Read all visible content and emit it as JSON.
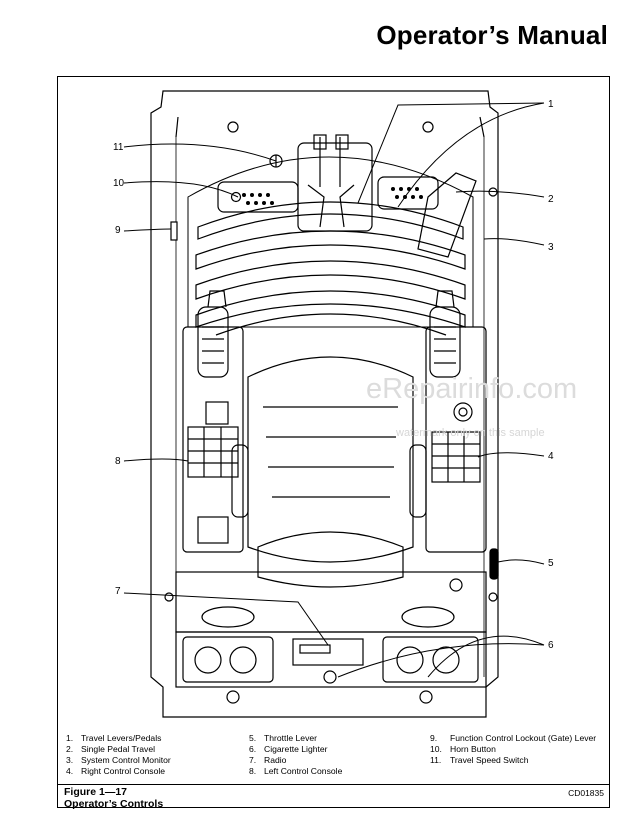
{
  "header": {
    "title": "Operator’s Manual"
  },
  "callouts": [
    "1",
    "2",
    "3",
    "4",
    "5",
    "6",
    "7",
    "8",
    "9",
    "10",
    "11"
  ],
  "legend": [
    [
      {
        "n": "1.",
        "t": "Travel Levers/Pedals"
      },
      {
        "n": "2.",
        "t": "Single Pedal Travel"
      },
      {
        "n": "3.",
        "t": "System Control Monitor"
      },
      {
        "n": "4.",
        "t": "Right Control Console"
      }
    ],
    [
      {
        "n": "5.",
        "t": "Throttle Lever"
      },
      {
        "n": "6.",
        "t": "Cigarette Lighter"
      },
      {
        "n": "7.",
        "t": "Radio"
      },
      {
        "n": "8.",
        "t": "Left Control Console"
      }
    ],
    [
      {
        "n": "9.",
        "t": "Function Control Lockout (Gate) Lever"
      },
      {
        "n": "10.",
        "t": "Horn Button"
      },
      {
        "n": "11.",
        "t": "Travel Speed Switch"
      }
    ]
  ],
  "caption": {
    "figure": "Figure 1—17",
    "title": "Operator’s Controls",
    "code": "CD01835"
  },
  "watermark": {
    "main": "eRepairinfo.com",
    "sub": "watermark only on this sample"
  }
}
